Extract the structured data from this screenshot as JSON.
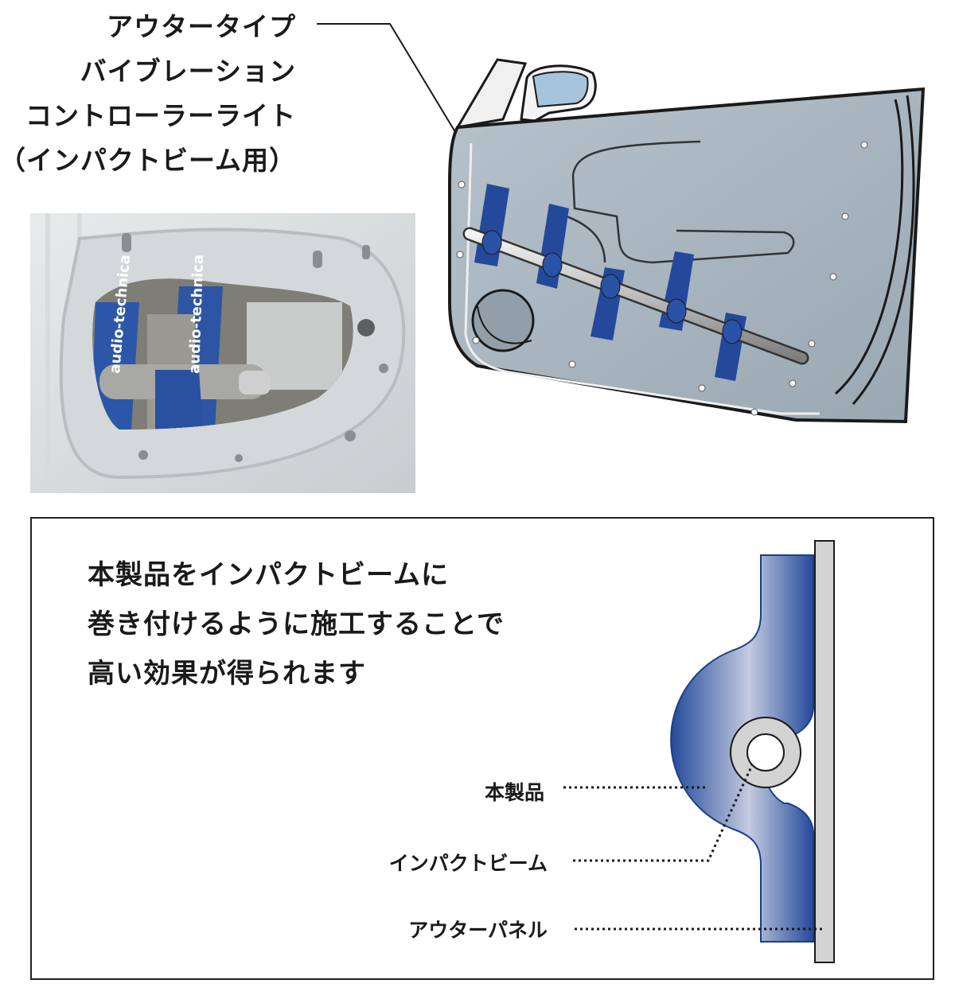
{
  "product_title": {
    "lines": [
      "アウタータイプ",
      "バイブレーション",
      "コントローラーライト",
      "（インパクトビーム用）"
    ]
  },
  "explanation": {
    "lines": [
      "本製品をインパクトビームに",
      "巻き付けるように施工することで",
      "高い効果が得られます"
    ]
  },
  "cross_section_labels": {
    "product": "本製品",
    "impact_beam": "インパクトビーム",
    "outer_panel": "アウターパネル"
  },
  "photo_tape_print": "audio-technica",
  "colors": {
    "tape_blue": "#24499a",
    "door_panel": "#a7b4be",
    "outer_panel_grey": "#d3d3d3",
    "outline": "#1a1a1a"
  }
}
